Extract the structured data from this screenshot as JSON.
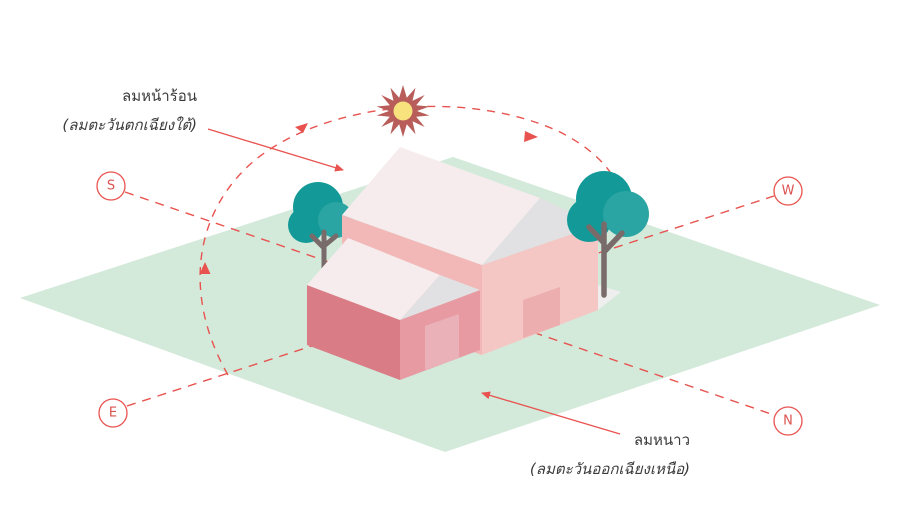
{
  "directions": {
    "south": "S",
    "west": "W",
    "east": "E",
    "north": "N"
  },
  "hot_wind": {
    "title": "ลมหน้าร้อน",
    "subtitle": "(ลมตะวันตกเฉียงใต้)"
  },
  "cold_wind": {
    "title": "ลมหนาว",
    "subtitle": "(ลมตะวันออกเฉียงเหนือ)"
  },
  "colors": {
    "accent": "#e8534f",
    "ground": "#d3e9da",
    "tree_canopy": "#139a98",
    "tree_trunk": "#7a6b6b",
    "sun_rays": "#b85d5a",
    "sun_core": "#f7e27e",
    "roof": "#f6ecee",
    "wall_light": "#f4c7c5",
    "wall_dark": "#d97c85",
    "gable_shadow": "#e1e1e3"
  },
  "icons": [
    "sun-icon",
    "tree-icon",
    "house-icon",
    "arrow-icon"
  ]
}
